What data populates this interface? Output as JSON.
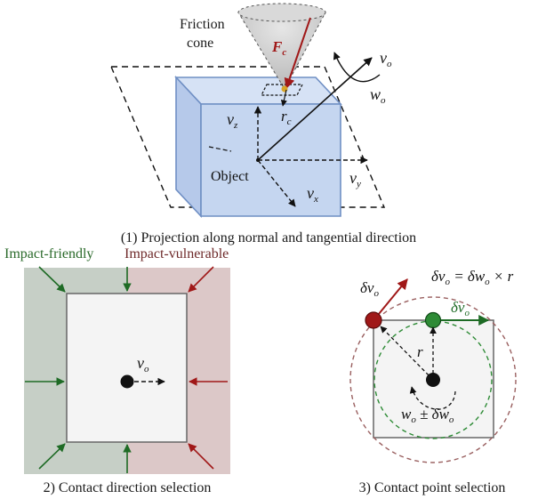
{
  "panel1": {
    "friction_cone_line1": "Friction",
    "friction_cone_line2": "cone",
    "force_label": "F",
    "force_sub": "c",
    "contact_radius_label": "r",
    "contact_radius_sub": "c",
    "object_label": "Object",
    "vz_label": "v",
    "vz_sub": "z",
    "vx_label": "v",
    "vx_sub": "x",
    "vy_label": "v",
    "vy_sub": "y",
    "vo_label": "v",
    "vo_sub": "o",
    "wo_label": "w",
    "wo_sub": "o",
    "caption": "(1) Projection along normal and tangential direction"
  },
  "panel2": {
    "impact_friendly": "Impact-friendly",
    "impact_vulnerable": "Impact-vulnerable",
    "vo_label": "v",
    "vo_sub": "o",
    "caption": "2) Contact direction selection"
  },
  "panel3": {
    "eq_lhs": "δv",
    "eq_lhs_sub": "o",
    "eq_mid": " = δw",
    "eq_mid_sub": "o",
    "eq_rhs": " × r",
    "red_label": "δv",
    "red_sub": "o",
    "green_label": "δv",
    "green_sub": "o",
    "r_label": "r",
    "w_label": "w",
    "w_sub": "o",
    "w_pm": " ± δw",
    "w_pm_sub": "o",
    "caption": "3) Contact point selection"
  },
  "colors": {
    "green": "#1e6b25",
    "red": "#a01818",
    "text_green": "#2a6a2a",
    "text_red": "#6e2a2a",
    "cube_fill": "#c5d6f0",
    "cube_edge": "#6f8fc4",
    "friendly_bg": "#c6cfc6",
    "vulnerable_bg": "#dcc8c8"
  }
}
